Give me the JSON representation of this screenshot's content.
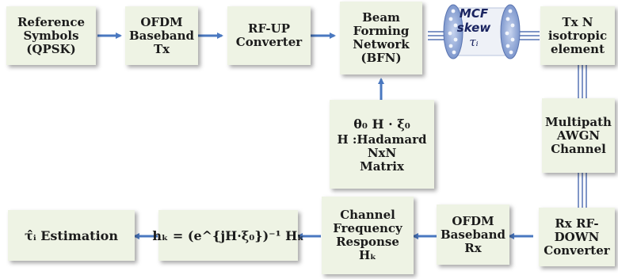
{
  "blocks": {
    "ref_symbols": [
      "Reference",
      "Symbols",
      "(QPSK)"
    ],
    "ofdm_tx": [
      "OFDM",
      "Baseband",
      "Tx"
    ],
    "rf_up": [
      "RF-UP",
      "Converter"
    ],
    "bfn": [
      "Beam",
      "Forming",
      "Network",
      "(BFN)"
    ],
    "tx_elements": [
      "Tx N",
      "isotropic",
      "element"
    ],
    "control": [
      "θ₀  H · ξ₀",
      "H :Hadamard",
      "NxN",
      "Matrix"
    ],
    "multipath": [
      "Multipath",
      "AWGN",
      "Channel"
    ],
    "rx_rf_down": [
      "Rx RF-",
      "DOWN",
      "Converter"
    ],
    "ofdm_rx": [
      "OFDM",
      "Baseband",
      "Rx"
    ],
    "channel_freq": [
      "Channel",
      "Frequency",
      "Response",
      "Hₖ"
    ],
    "hk_formula": "hₖ = (e^{jH·ξ₀})⁻¹ Hₖ",
    "tau_estimation": "τ̂ᵢ Estimation"
  },
  "mcf": {
    "line1": "MCF",
    "line2": "skew",
    "line3": "τᵢ"
  },
  "colors": {
    "box_fill": "#eef3e4",
    "arrow": "#4a78c0",
    "fiber": "#5673b4",
    "mcf_blue": "#6a8ac4"
  }
}
